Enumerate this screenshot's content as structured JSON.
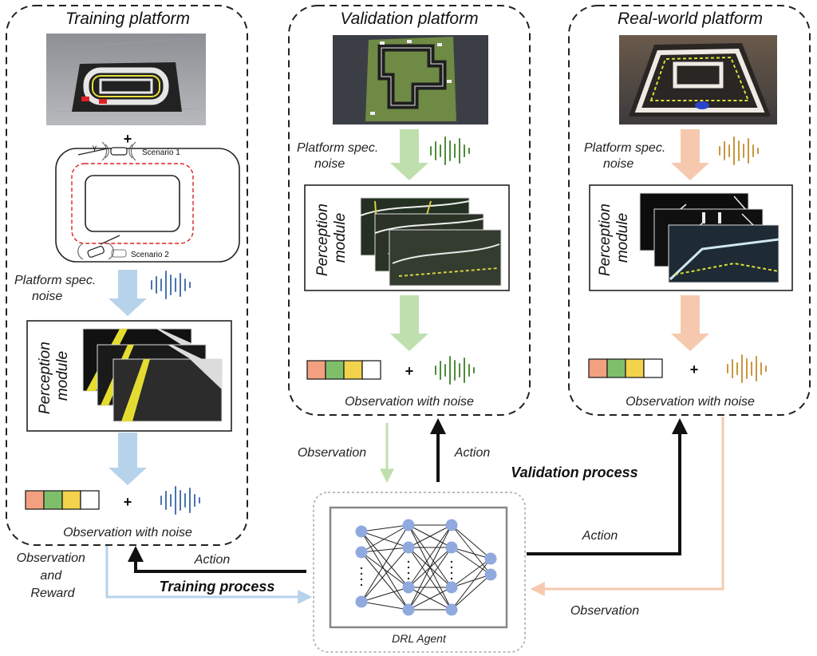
{
  "platforms": {
    "training": {
      "title": "Training platform",
      "scenario1": "Scenario 1",
      "scenario2": "Scenario 2",
      "noise_label": [
        "Platform spec.",
        "noise"
      ],
      "perception": [
        "Perception",
        "module"
      ],
      "observation": "Observation with noise"
    },
    "validation": {
      "title": "Validation platform",
      "noise_label": [
        "Platform spec.",
        "noise"
      ],
      "perception": [
        "Perception",
        "module"
      ],
      "observation": "Observation with noise"
    },
    "realworld": {
      "title": "Real-world platform",
      "noise_label": [
        "Platform spec.",
        "noise"
      ],
      "perception": [
        "Perception",
        "module"
      ],
      "observation": "Observation with noise"
    }
  },
  "flows": {
    "training_obs": [
      "Observation",
      "and",
      "Reward"
    ],
    "training_action": "Action",
    "training_process": "Training process",
    "validation_obs": "Observation",
    "validation_action": "Action",
    "validation_process": "Validation process",
    "real_action": "Action",
    "real_obs": "Observation"
  },
  "agent": {
    "label": "DRL Agent"
  },
  "symbols": {
    "plus": "+"
  },
  "colors": {
    "training_noise": "#4a73b0",
    "training_arrow": "#b7d3ec",
    "validation_noise": "#4e8b3a",
    "validation_arrow": "#bfe0ae",
    "real_noise": "#c9963e",
    "real_arrow": "#f6c9ae",
    "action_arrow": "#111111",
    "obs_cell_1": "#f2a07f",
    "obs_cell_2": "#7fbf6a",
    "obs_cell_3": "#f3d24c",
    "obs_cell_4": "#ffffff",
    "node": "#90a9df"
  }
}
